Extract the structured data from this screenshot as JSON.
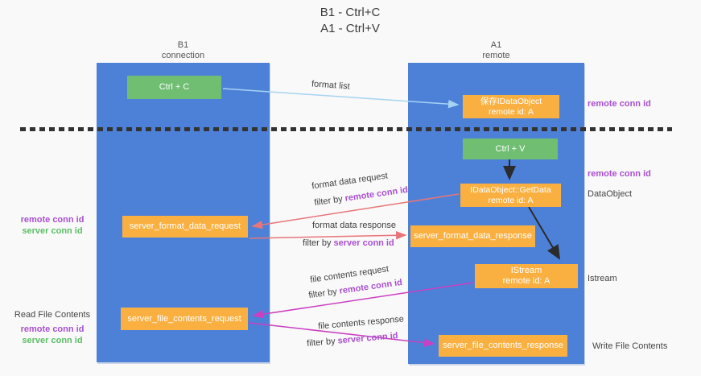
{
  "title": {
    "line1": "B1 - Ctrl+C",
    "line2": "A1 - Ctrl+V"
  },
  "lanes": {
    "left": {
      "title": "B1",
      "subtitle": "connection"
    },
    "right": {
      "title": "A1",
      "subtitle": "remote"
    }
  },
  "nodes": {
    "ctrl_c": "Ctrl + C",
    "ctrl_v": "Ctrl + V",
    "save_idataobject": {
      "line1": "保存IDataObject",
      "line2": "remote id: A"
    },
    "getdata": {
      "line1": "IDataObject::GetData",
      "line2": "remote id: A"
    },
    "istream": {
      "line1": "IStream",
      "line2": "remote id: A"
    },
    "format_request": "server_format_data_request",
    "format_response": "server_format_data_response",
    "file_request": "server_file_contents_request",
    "file_response": "server_file_contents_response"
  },
  "edge_labels": {
    "format_list": "format list",
    "format_data_request": "format data request",
    "format_data_response": "format data response",
    "file_contents_request": "file contents request",
    "file_contents_response": "file contents response",
    "filter_prefix": "filter by ",
    "remote_conn_id": "remote conn id",
    "server_conn_id": "server conn id"
  },
  "side_labels": {
    "remote_conn_id_top_right": "remote conn id",
    "remote_conn_id_mid_right": "remote conn id",
    "dataobject": "DataObject",
    "istream": "Istream",
    "write_file_contents": "Write File Contents",
    "read_file_contents": "Read File Contents",
    "remote_conn_id_left_upper": "remote conn id",
    "server_conn_id_left_upper": "server conn id",
    "remote_conn_id_left_lower": "remote conn id",
    "server_conn_id_left_lower": "server conn id"
  },
  "colors": {
    "lane_blue": "#4d81d8",
    "box_orange": "#f9b041",
    "box_green": "#6fbe72",
    "purple_text": "#a94fd1",
    "green_text": "#5cbe66",
    "blue_arrow": "#a6d3f2",
    "red_arrow": "#e8757a",
    "magenta_arrow": "#cb3fc0",
    "black_arrow": "#2b2b2b"
  }
}
